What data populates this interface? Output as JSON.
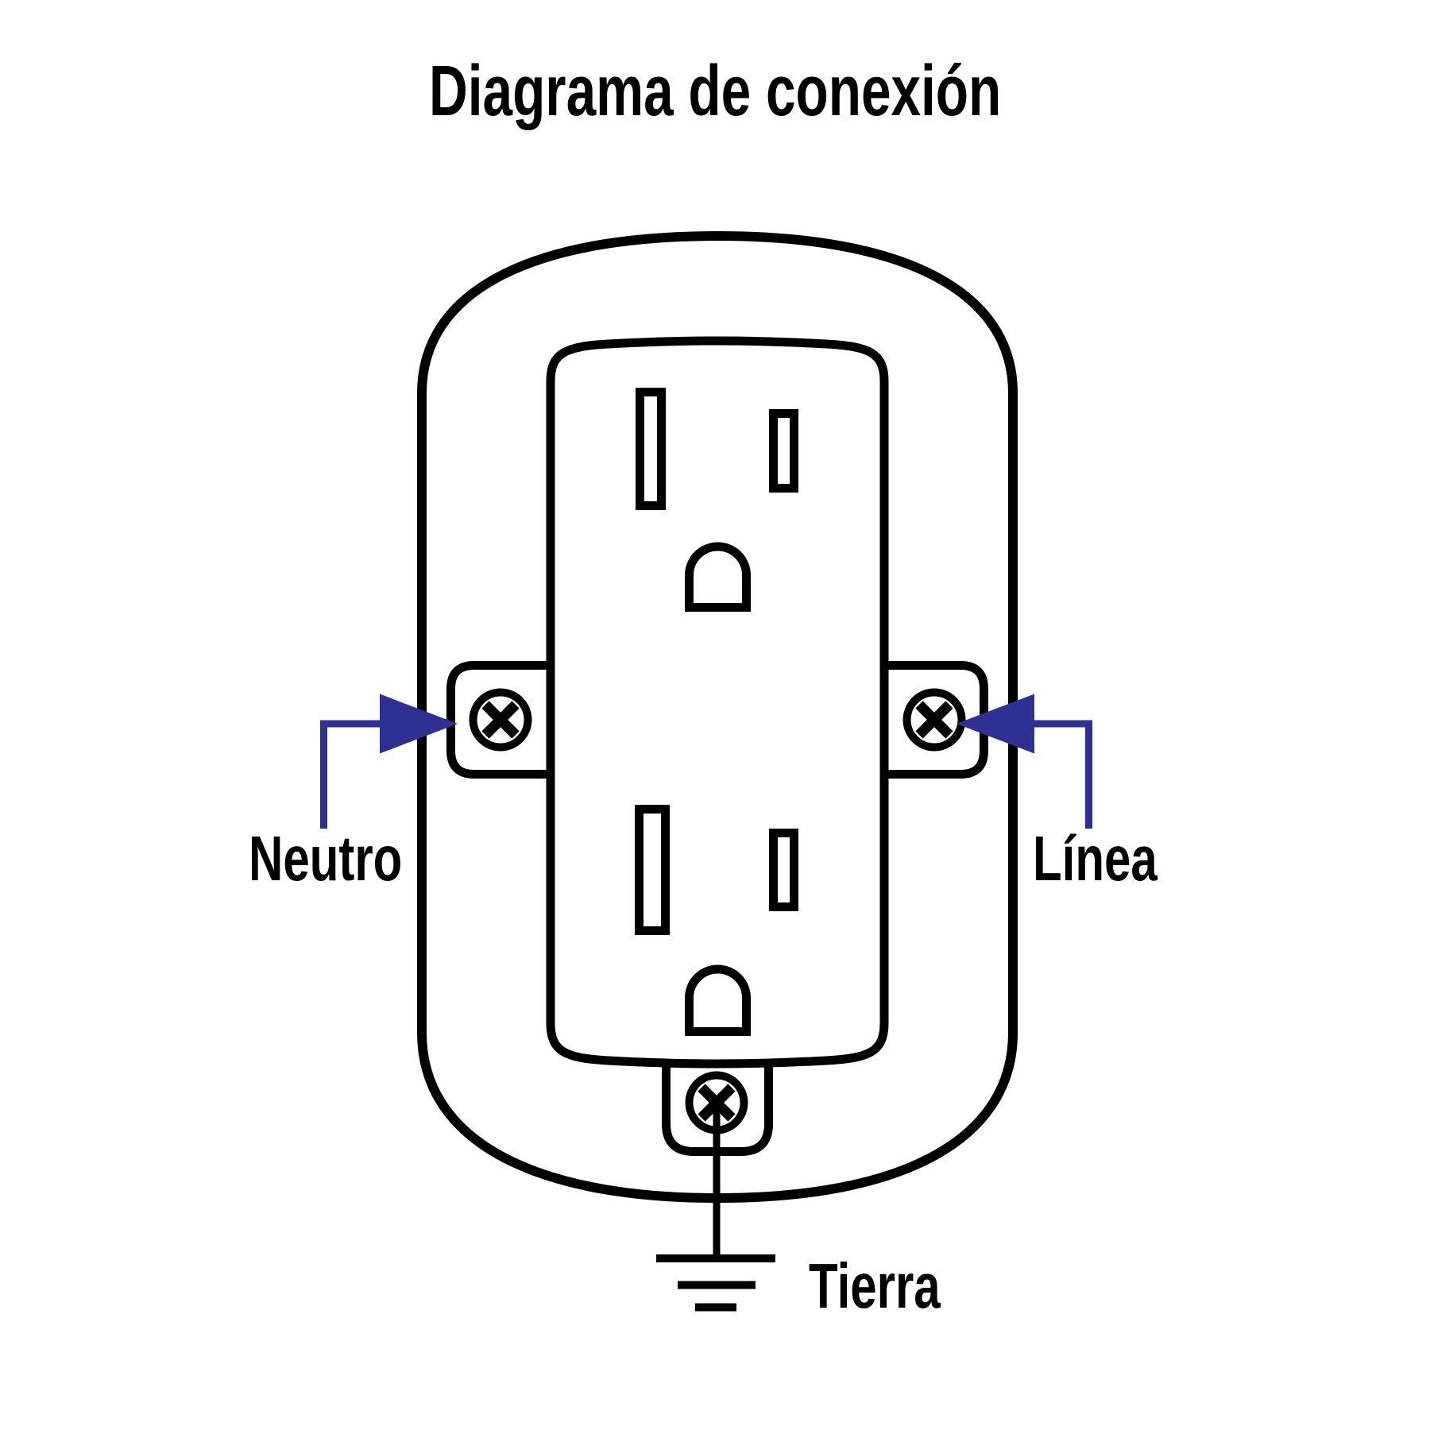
{
  "title": "Diagrama de conexión",
  "diagram": {
    "neutral_label": "Neutro",
    "line_label": "Línea",
    "ground_label": "Tierra"
  },
  "colors": {
    "ink": "#000000",
    "arrow": "#2E3192",
    "background": "#FFFFFF"
  }
}
